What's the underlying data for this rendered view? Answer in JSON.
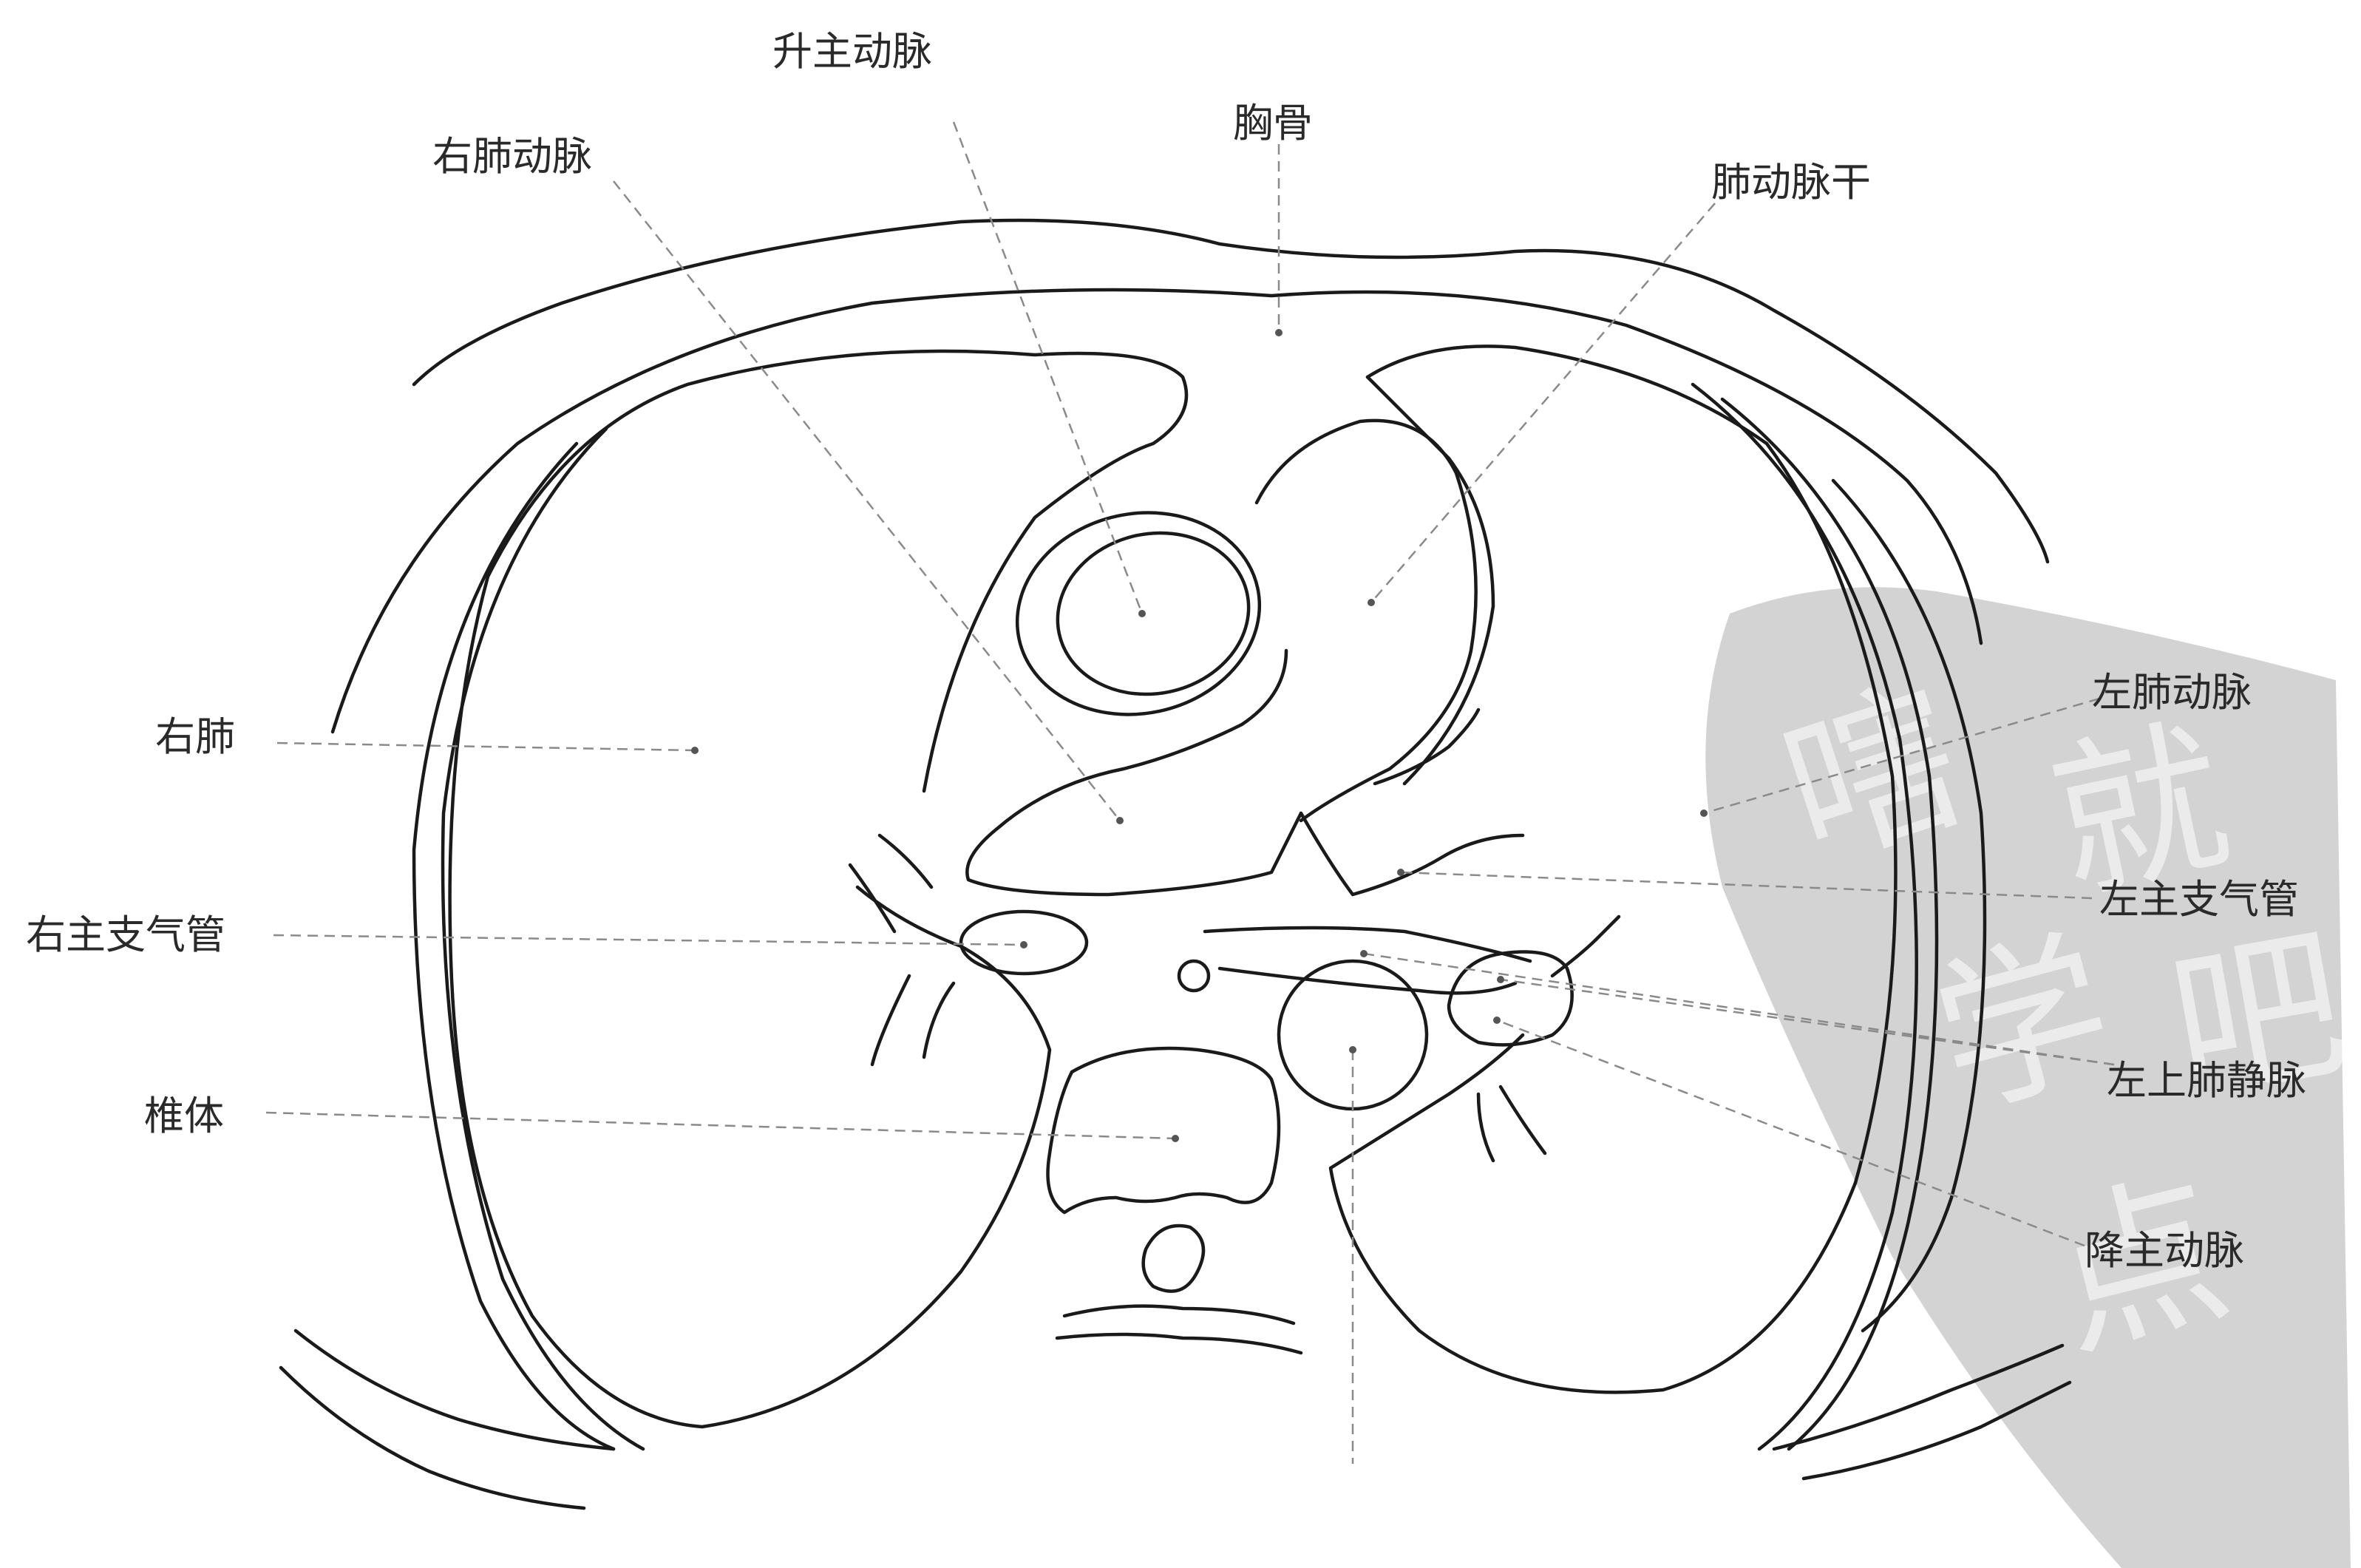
{
  "labels": {
    "ascending_aorta": "升主动脉",
    "right_pulmonary_artery": "右肺动脉",
    "sternum": "胸骨",
    "pulmonary_trunk": "肺动脉干",
    "right_lung": "右肺",
    "left_pulmonary_artery": "左肺动脉",
    "right_main_bronchus": "右主支气管",
    "left_main_bronchus": "左主支气管",
    "left_superior_pulmonary_vein": "左上肺静脉",
    "vertebral_body": "椎体",
    "descending_aorta": "降主动脉"
  },
  "watermark": {
    "glyphs": [
      "嗐",
      "就",
      "学",
      "吧",
      "点"
    ],
    "color": "#d3d3d3"
  },
  "colors": {
    "line": "#1a1a1a",
    "leader": "#8a8a8a",
    "watermark_band": "#d3d3d3"
  }
}
